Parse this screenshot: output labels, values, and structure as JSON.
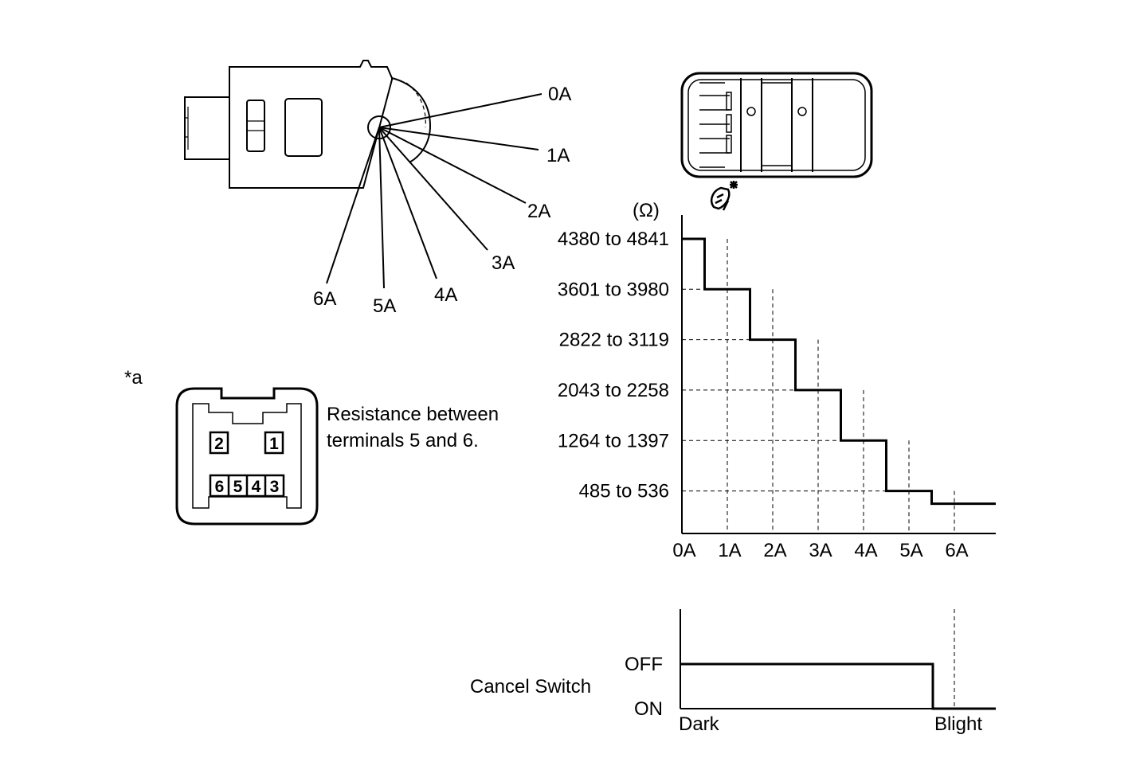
{
  "switch_diagram": {
    "positions": [
      "0A",
      "1A",
      "2A",
      "3A",
      "4A",
      "5A",
      "6A"
    ]
  },
  "connector": {
    "marker": "*a",
    "pins_top": [
      "2",
      "1"
    ],
    "pins_bottom": [
      "6",
      "5",
      "4",
      "3"
    ],
    "note_line1": "Resistance between",
    "note_line2": "terminals 5 and 6."
  },
  "chart_data": [
    {
      "type": "line",
      "step": true,
      "unit_label": "(Ω)",
      "categories": [
        "0A",
        "1A",
        "2A",
        "3A",
        "4A",
        "5A",
        "6A"
      ],
      "y_tick_labels": [
        "4380 to 4841",
        "3601 to 3980",
        "2822 to 3119",
        "2043 to 2258",
        "1264 to 1397",
        "485 to 536"
      ],
      "values_low": [
        4380,
        3601,
        2822,
        2043,
        1264,
        485,
        0
      ],
      "values_high": [
        4841,
        3980,
        3119,
        2258,
        1397,
        536,
        0
      ]
    },
    {
      "type": "line",
      "step": true,
      "title": "Cancel Switch",
      "y_categories": [
        "OFF",
        "ON"
      ],
      "x_labels": [
        "Dark",
        "Blight"
      ],
      "states": [
        "OFF",
        "ON"
      ]
    }
  ]
}
